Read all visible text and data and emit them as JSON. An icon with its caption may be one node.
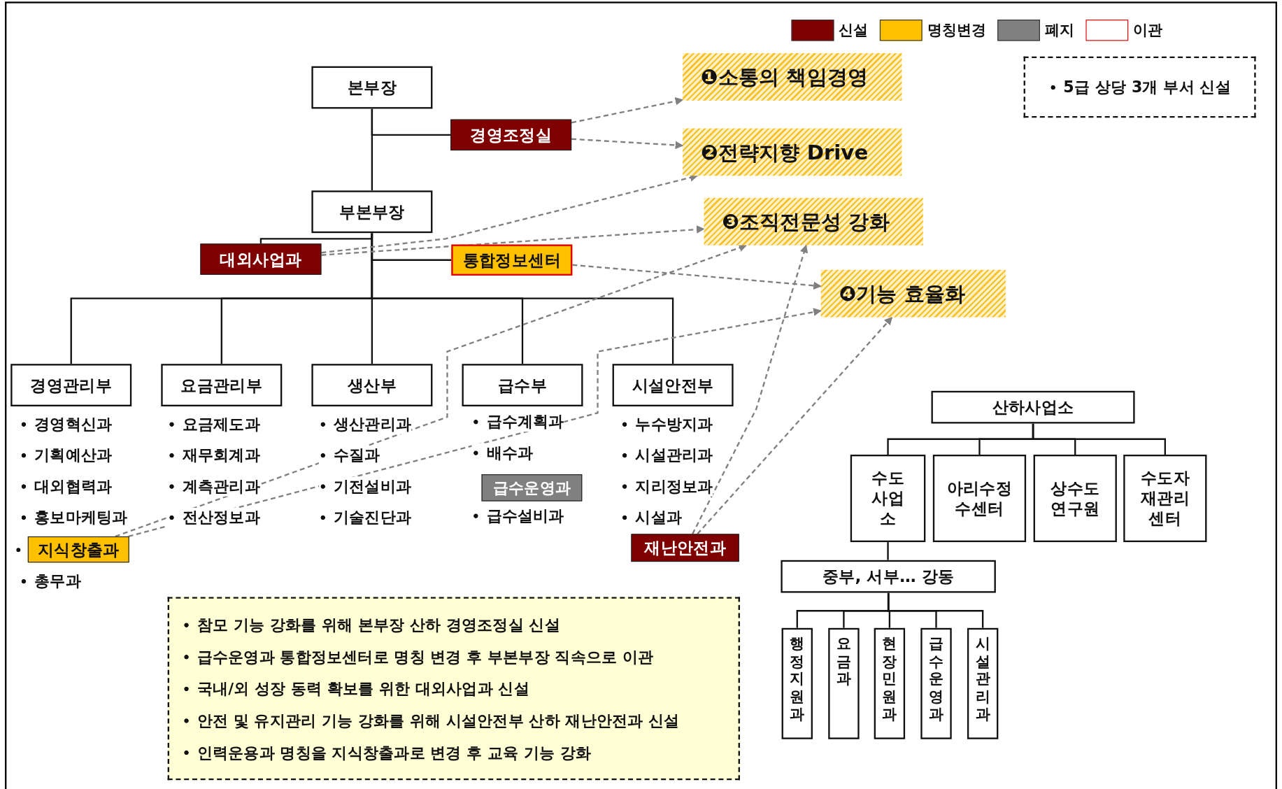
{
  "diagram": {
    "nodes": [
      {
        "text": [
          "본부장"
        ]
      },
      {
        "text": [
          "경영조정실"
        ]
      },
      {
        "text": [
          "❶소통의 책임경영"
        ]
      },
      {
        "text": [
          "❷전략지향 Drive"
        ]
      },
      {
        "text": [
          "부본부장"
        ]
      },
      {
        "text": [
          "대외사업과"
        ]
      },
      {
        "text": [
          "통합정보센터"
        ]
      },
      {
        "text": [
          "❸조직전문성 강화"
        ]
      },
      {
        "text": [
          "❹기능 효율화"
        ]
      },
      {
        "text": [
          "경영관리부"
        ]
      },
      {
        "text": [
          "요금관리부"
        ]
      },
      {
        "text": [
          "생산부"
        ]
      },
      {
        "text": [
          "급수부"
        ]
      },
      {
        "text": [
          "시설안전부"
        ]
      },
      {
        "text": [
          "지식창출과"
        ]
      },
      {
        "text": [
          "급수운영과"
        ]
      },
      {
        "text": [
          "재난안전과"
        ]
      },
      {
        "text": [
          "산하사업소"
        ]
      },
      {
        "text": [
          "수도사업소"
        ]
      },
      {
        "text": [
          "아리수정수센터"
        ]
      },
      {
        "text": [
          "상수도연구원"
        ]
      },
      {
        "text": [
          "수도자재관리센터"
        ]
      },
      {
        "text": [
          "중부, 서부… 강동"
        ]
      },
      {
        "text": [
          "행정지원과"
        ]
      },
      {
        "text": [
          "요금과"
        ]
      },
      {
        "text": [
          "현장민원과"
        ]
      },
      {
        "text": [
          "급수운영과"
        ]
      },
      {
        "text": [
          "시설관리과"
        ]
      },
      {
        "text": [
          "5급 상당 3개 부서 신설"
        ]
      },
      {
        "text": [
          "참모 기능 강화를 위해 본부장 산하 경영조정실 신설",
          "급수운영과 통합정보센터로 명칭 변경 후 부본부장 직속으로 이관",
          "국내/외 성장 동력 확보를 위한 대외사업과 신설",
          "안전 및 유지관리 기능 강화를 위해 시설안전부 산하 재난안전과 신설",
          "인력운용과 명칭을 지식창출과로 변경 후 교육 기능 강화"
        ]
      }
    ],
    "edges": [
      {
        "from": 0,
        "to": 4,
        "arrow": "none"
      },
      {
        "from": 0,
        "to": 1,
        "arrow": "none"
      },
      {
        "from": 4,
        "to": 5,
        "arrow": "none"
      },
      {
        "from": 4,
        "to": 6,
        "arrow": "none"
      },
      {
        "from": 4,
        "to": 9,
        "arrow": "none"
      },
      {
        "from": 4,
        "to": 10,
        "arrow": "none"
      },
      {
        "from": 4,
        "to": 11,
        "arrow": "none"
      },
      {
        "from": 4,
        "to": 12,
        "arrow": "none"
      },
      {
        "from": 4,
        "to": 13,
        "arrow": "none"
      },
      {
        "from": 1,
        "to": 2,
        "arrow": "to",
        "style": "dashed",
        "color": "#808080"
      },
      {
        "from": 1,
        "to": 3,
        "arrow": "to",
        "style": "dashed",
        "color": "#808080"
      },
      {
        "from": 5,
        "to": 3,
        "arrow": "to",
        "style": "dashed",
        "color": "#808080"
      },
      {
        "from": 5,
        "to": 7,
        "arrow": "to",
        "style": "dashed",
        "color": "#808080"
      },
      {
        "from": 6,
        "to": 8,
        "arrow": "to",
        "style": "dashed",
        "color": "#808080"
      },
      {
        "from": 14,
        "to": 7,
        "arrow": "to",
        "style": "dashed",
        "color": "#808080"
      },
      {
        "from": 14,
        "to": 8,
        "arrow": "to",
        "style": "dashed",
        "color": "#808080"
      },
      {
        "from": 16,
        "to": 7,
        "arrow": "to",
        "style": "dashed",
        "color": "#808080"
      },
      {
        "from": 16,
        "to": 8,
        "arrow": "to",
        "style": "dashed",
        "color": "#808080"
      },
      {
        "from": 17,
        "to": 18,
        "arrow": "none"
      },
      {
        "from": 17,
        "to": 19,
        "arrow": "none"
      },
      {
        "from": 17,
        "to": 20,
        "arrow": "none"
      },
      {
        "from": 17,
        "to": 21,
        "arrow": "none"
      },
      {
        "from": 18,
        "to": 22,
        "arrow": "none"
      },
      {
        "from": 22,
        "to": 23,
        "arrow": "none"
      },
      {
        "from": 22,
        "to": 24,
        "arrow": "none"
      },
      {
        "from": 22,
        "to": 25,
        "arrow": "none"
      },
      {
        "from": 22,
        "to": 26,
        "arrow": "none"
      },
      {
        "from": 22,
        "to": 27,
        "arrow": "none"
      }
    ],
    "labels": [
      "경영혁신과",
      "기획예산과",
      "대외협력과",
      "홍보마케팅과",
      "총무과",
      "요금제도과",
      "재무회계과",
      "계측관리과",
      "전산정보과",
      "생산관리과",
      "수질과",
      "기전설비과",
      "기술진단과",
      "급수계획과",
      "배수과",
      "급수설비과",
      "누수방지과",
      "시설관리과",
      "지리정보과",
      "시설과"
    ],
    "legend": [
      {
        "text": "신설",
        "color": "#7f0000"
      },
      {
        "text": "명칭변경",
        "color": "#ffc000"
      },
      {
        "text": "폐지",
        "color": "#808080"
      },
      {
        "text": "이관"
      }
    ]
  }
}
